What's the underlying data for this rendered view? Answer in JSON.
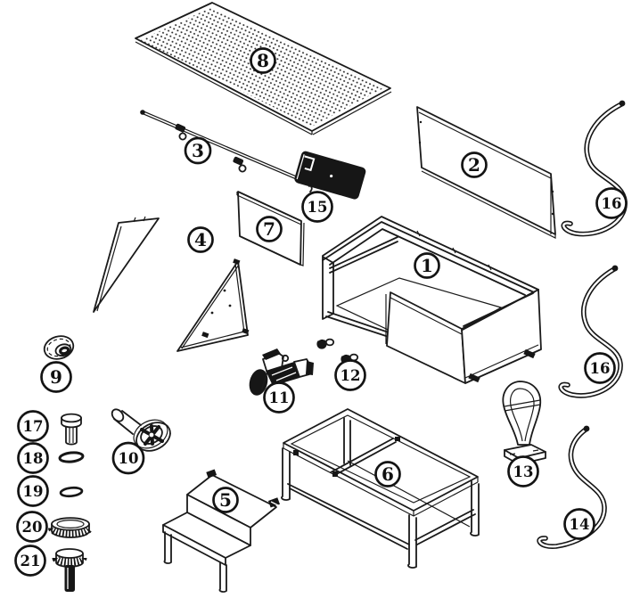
{
  "diagram": {
    "kind": "exploded-parts-diagram",
    "background_color": "#ffffff",
    "line_color": "#1a1a1a",
    "callouts": [
      {
        "label": "1",
        "part": "main-tub"
      },
      {
        "label": "2",
        "part": "back-panel"
      },
      {
        "label": "3",
        "part": "support-rod"
      },
      {
        "label": "4",
        "part": "triangle-side-panels"
      },
      {
        "label": "5",
        "part": "step-platform"
      },
      {
        "label": "6",
        "part": "stand-frame"
      },
      {
        "label": "7",
        "part": "small-panel"
      },
      {
        "label": "8",
        "part": "perforated-top-panel"
      },
      {
        "label": "9",
        "part": "flanged-nut"
      },
      {
        "label": "10",
        "part": "drain-fitting"
      },
      {
        "label": "11",
        "part": "spray-valve"
      },
      {
        "label": "12",
        "part": "knob-screws"
      },
      {
        "label": "13",
        "part": "hanger-loop"
      },
      {
        "label": "14",
        "part": "hose-long"
      },
      {
        "label": "15",
        "part": "rubber-pad"
      },
      {
        "label": "16",
        "part": "hose-upper"
      },
      {
        "label": "16",
        "part": "hose-middle"
      },
      {
        "label": "17",
        "part": "cap-bolt"
      },
      {
        "label": "18",
        "part": "o-ring-large"
      },
      {
        "label": "19",
        "part": "o-ring-small"
      },
      {
        "label": "20",
        "part": "knurled-cap"
      },
      {
        "label": "21",
        "part": "knurled-screw"
      }
    ]
  }
}
